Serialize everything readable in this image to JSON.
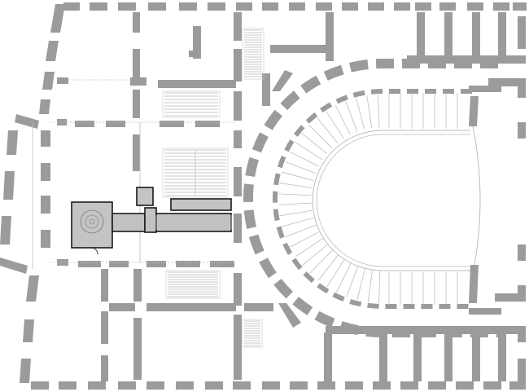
{
  "diagram": {
    "kind": "architectural-floor-plan",
    "subject": "theatre",
    "labels": [],
    "colors": {
      "background": "#ffffff",
      "wall": "#9b9b9b",
      "thin_line": "#bdbdbd",
      "highlight_fill": "#c4c4c4",
      "highlight_outline": "#1a1a1a"
    },
    "elements": [
      "outer-walls",
      "room-partitions",
      "horseshoe-auditorium",
      "box-tiers",
      "stage-opening",
      "staircases",
      "highlighted-insertion",
      "spiral-stair"
    ]
  }
}
